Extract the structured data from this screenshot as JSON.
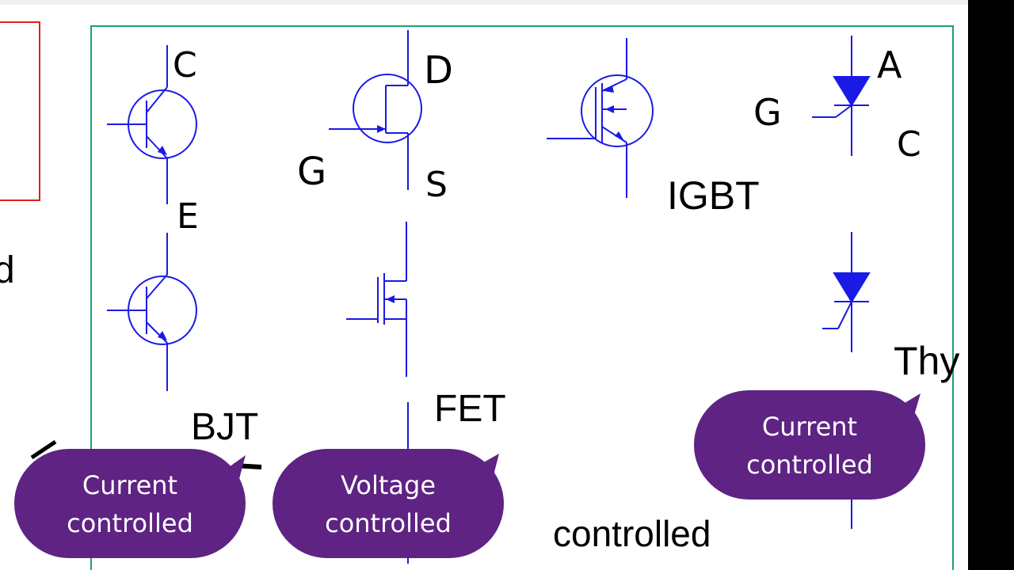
{
  "colors": {
    "symbol": "#1a1ae6",
    "frame": "#1aa36a",
    "red_box": "#e02020",
    "bubble": "#5e2383",
    "bubble_text": "#ffffff",
    "label": "#000000"
  },
  "terminals": {
    "bjt_c": "C",
    "bjt_e": "E",
    "fet_d": "D",
    "fet_g": "G",
    "fet_s": "S",
    "thy_a": "A",
    "thy_g": "G",
    "thy_c": "C"
  },
  "labels": {
    "bjt": "BJT",
    "fet": "FET",
    "igbt": "IGBT",
    "thyristor_partial": "Thy",
    "controlled": "controlled",
    "left_cut_letter": "d"
  },
  "bubbles": [
    {
      "line1": "Current",
      "line2": "controlled"
    },
    {
      "line1": "Voltage",
      "line2": "controlled"
    },
    {
      "line1": "Current",
      "line2": "controlled"
    }
  ]
}
